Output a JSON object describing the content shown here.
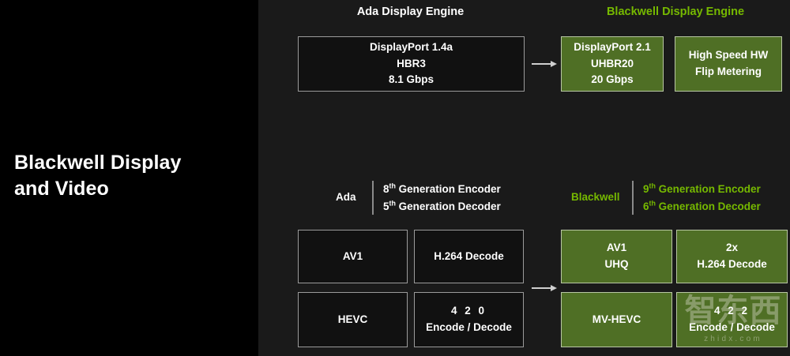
{
  "slide": {
    "title_line1": "Blackwell Display",
    "title_line2": "and Video",
    "background_left": "#000000",
    "background_right": "#1a1a1a",
    "accent_green": "#76b900",
    "box_green": "#4f6f25"
  },
  "display_engine": {
    "ada_heading": "Ada Display Engine",
    "blackwell_heading": "Blackwell Display Engine",
    "ada_box": {
      "lines": [
        "DisplayPort 1.4a",
        "HBR3",
        "8.1 Gbps"
      ]
    },
    "blackwell_boxes": [
      {
        "lines": [
          "DisplayPort 2.1",
          "UHBR20",
          "20 Gbps"
        ]
      },
      {
        "lines": [
          "High Speed HW",
          "Flip Metering"
        ]
      }
    ]
  },
  "video_engine": {
    "ada_label": "Ada",
    "blackwell_label": "Blackwell",
    "ada_generations": [
      {
        "ordinal": "8",
        "suffix": "th",
        "text": " Generation Encoder"
      },
      {
        "ordinal": "5",
        "suffix": "th",
        "text": " Generation Decoder"
      }
    ],
    "blackwell_generations": [
      {
        "ordinal": "9",
        "suffix": "th",
        "text": " Generation Encoder"
      },
      {
        "ordinal": "6",
        "suffix": "th",
        "text": " Generation Decoder"
      }
    ],
    "ada_boxes": [
      {
        "lines": [
          "AV1"
        ]
      },
      {
        "lines": [
          "H.264 Decode"
        ]
      },
      {
        "lines": [
          "HEVC"
        ]
      },
      {
        "lines": [
          "4 2 0",
          "Encode / Decode"
        ],
        "spaced_first": true
      }
    ],
    "blackwell_boxes": [
      {
        "lines": [
          "AV1",
          "UHQ"
        ]
      },
      {
        "lines": [
          "2x",
          "H.264 Decode"
        ]
      },
      {
        "lines": [
          "MV-HEVC"
        ]
      },
      {
        "lines": [
          "4 2 2",
          "Encode / Decode"
        ],
        "spaced_first": true
      }
    ]
  },
  "watermark": {
    "chinese": "智东西",
    "url": "zhidx.com"
  }
}
